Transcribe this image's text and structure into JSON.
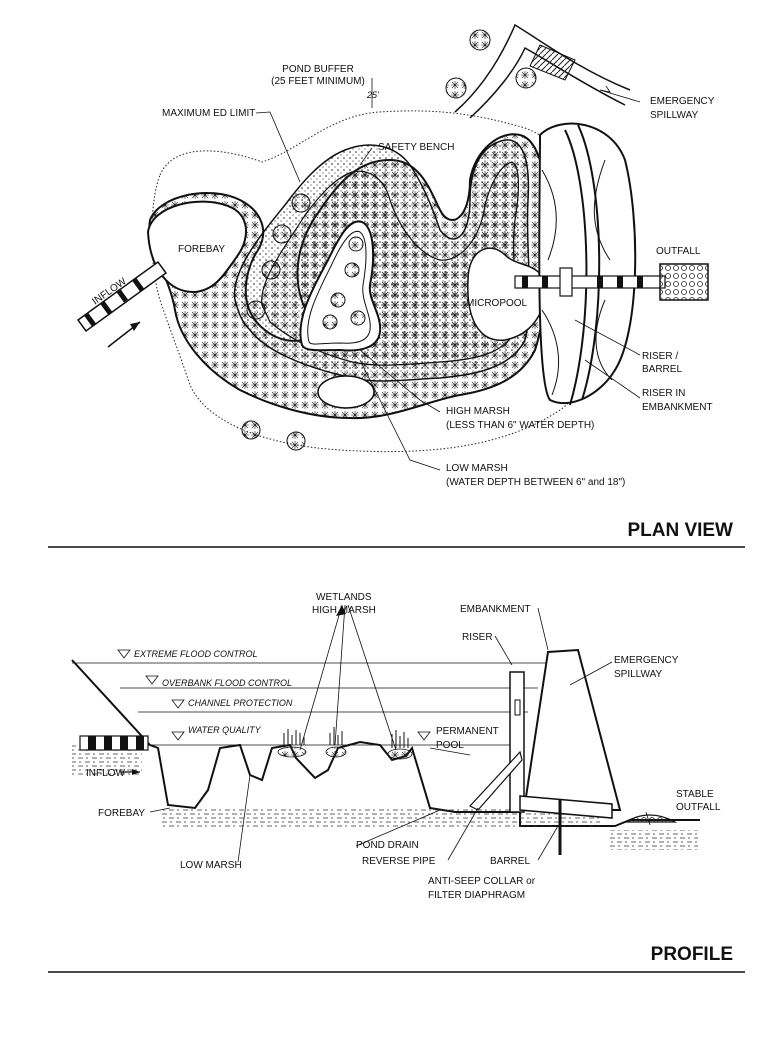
{
  "plan_view": {
    "title": "PLAN VIEW",
    "labels": {
      "pond_buffer_1": "POND BUFFER",
      "pond_buffer_2": "(25 FEET MINIMUM)",
      "max_ed_limit": "MAXIMUM ED LIMIT",
      "safety_bench": "SAFETY BENCH",
      "emergency_1": "EMERGENCY",
      "emergency_2": "SPILLWAY",
      "forebay": "FOREBAY",
      "inflow": "INFLOW",
      "outfall": "OUTFALL",
      "micropool": "MICROPOOL",
      "riser_1": "RISER /",
      "riser_2": "BARREL",
      "riser_emb_1": "RISER IN",
      "riser_emb_2": "EMBANKMENT",
      "high_marsh_1": "HIGH MARSH",
      "high_marsh_2": "(LESS THAN 6\" WATER DEPTH)",
      "low_marsh_1": "LOW MARSH",
      "low_marsh_2": "(WATER DEPTH BETWEEN 6\" and 18\")",
      "buffer_dim": "25'"
    }
  },
  "profile": {
    "title": "PROFILE",
    "labels": {
      "wetlands_1": "WETLANDS",
      "wetlands_2": "HIGH MARSH",
      "embankment": "EMBANKMENT",
      "riser": "RISER",
      "emergency_1": "EMERGENCY",
      "emergency_2": "SPILLWAY",
      "extreme": "EXTREME FLOOD CONTROL",
      "overbank": "OVERBANK FLOOD CONTROL",
      "channel": "CHANNEL PROTECTION",
      "water_quality": "WATER QUALITY",
      "permanent_1": "PERMANENT",
      "permanent_2": "POOL",
      "inflow": "INFLOW",
      "forebay": "FOREBAY",
      "low_marsh": "LOW MARSH",
      "pond_drain": "POND DRAIN",
      "reverse_pipe": "REVERSE PIPE",
      "barrel": "BARREL",
      "anti_seep_1": "ANTI-SEEP COLLAR or",
      "anti_seep_2": "FILTER DIAPHRAGM",
      "stable_1": "STABLE",
      "stable_2": "OUTFALL"
    }
  }
}
